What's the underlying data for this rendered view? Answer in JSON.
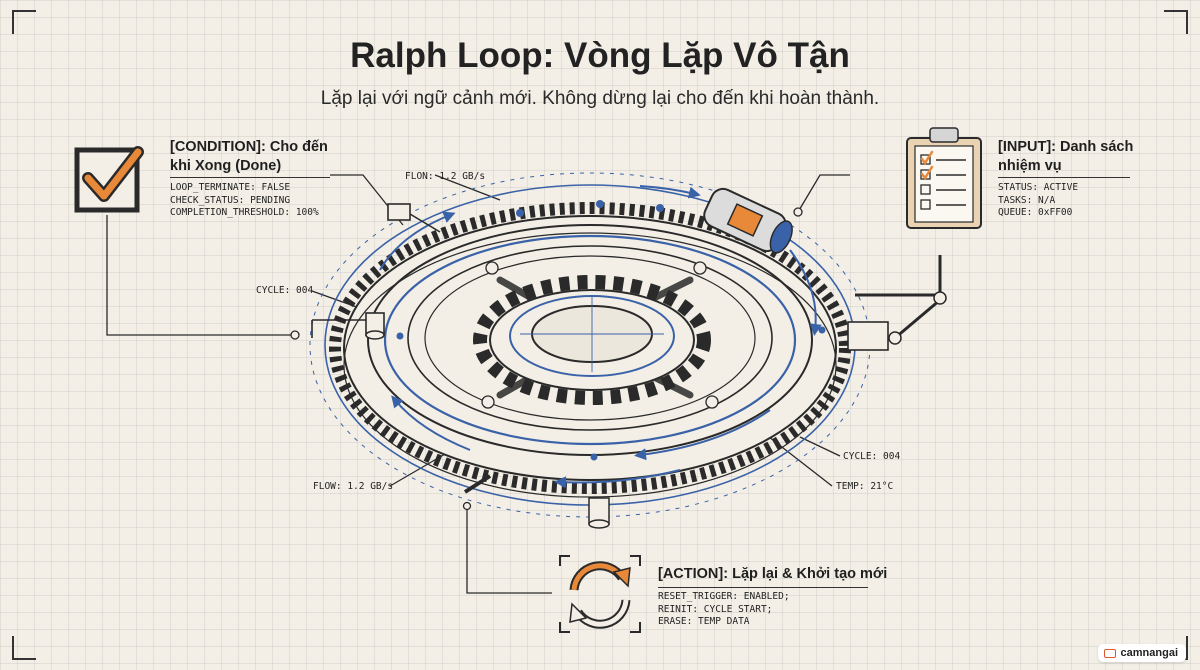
{
  "header": {
    "title": "Ralph Loop: Vòng Lặp Vô Tận",
    "subtitle": "Lặp lại với ngữ cảnh mới. Không dừng lại cho đến khi hoàn thành."
  },
  "condition": {
    "title_line1": "[CONDITION]: Cho đến",
    "title_line2": "khi Xong (Done)",
    "lines": [
      "LOOP_TERMINATE: FALSE",
      "CHECK_STATUS: PENDING",
      "COMPLETION_THRESHOLD: 100%"
    ],
    "icon": "checkbox-check-icon"
  },
  "input": {
    "title_line1": "[INPUT]: Danh sách",
    "title_line2": "nhiệm vụ",
    "lines": [
      "STATUS: ACTIVE",
      "TASKS: N/A",
      "QUEUE: 0xFF00"
    ],
    "icon": "clipboard-checklist-icon"
  },
  "action": {
    "title": "[ACTION]: Lặp lại & Khởi tạo mới",
    "lines": [
      "RESET_TRIGGER: ENABLED;",
      "REINIT: CYCLE START;",
      "ERASE: TEMP DATA"
    ],
    "icon": "refresh-cycle-icon"
  },
  "labels": {
    "flow_top": "FLON: 1.2 GB/s",
    "cycle_left": "CYCLE: 004",
    "cycle_right": "CYCLE: 004",
    "flow_bottom": "FLOW: 1.2 GB/s",
    "temp": "TEMP: 21°C"
  },
  "brand": {
    "name": "camnangai"
  },
  "colors": {
    "accent_orange": "#e8893a",
    "blueprint_blue": "#3a62a8",
    "ink": "#2a2a2a",
    "paper": "#f3efe6"
  }
}
